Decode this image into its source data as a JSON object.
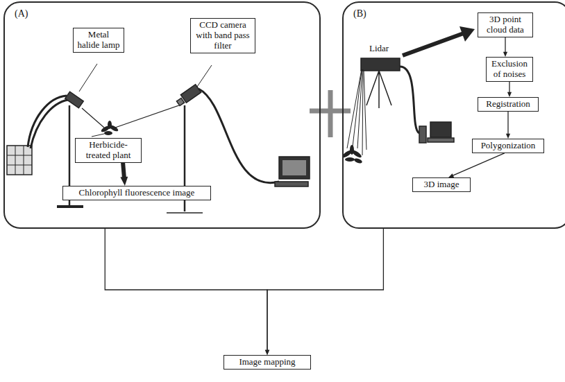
{
  "diagram": {
    "nodes": [
      {
        "text": [
          "(A)"
        ]
      },
      {
        "text": [
          "Metal halide lamp"
        ],
        "in": 0
      },
      {
        "text": [
          "CCD camera with band pass filter"
        ],
        "in": 0
      },
      {
        "text": [
          "Herbicide-treated plant"
        ],
        "in": 0
      },
      {
        "text": [
          "Chlorophyll fluorescence image"
        ],
        "in": 0
      },
      {
        "text": [
          "(B)"
        ]
      },
      {
        "text": [
          "3D point cloud data"
        ],
        "in": 5
      },
      {
        "text": [
          "Exclusion of noises"
        ],
        "in": 5
      },
      {
        "text": [
          "Registration"
        ],
        "in": 5
      },
      {
        "text": [
          "Polygonization"
        ],
        "in": 5
      },
      {
        "text": [
          "3D image"
        ],
        "in": 5
      },
      {
        "text": [
          "Image mapping"
        ]
      }
    ],
    "edges": [
      {
        "from": 3,
        "to": 4,
        "arrow": "to"
      },
      {
        "from": 6,
        "to": 7,
        "arrow": "to"
      },
      {
        "from": 7,
        "to": 8,
        "arrow": "to"
      },
      {
        "from": 8,
        "to": 9,
        "arrow": "to"
      },
      {
        "from": 9,
        "to": 10,
        "arrow": "to"
      },
      {
        "from": 0,
        "to": 11,
        "arrow": "to"
      },
      {
        "from": 5,
        "to": 11,
        "arrow": "to"
      }
    ],
    "labels": [
      "Lidar"
    ]
  }
}
